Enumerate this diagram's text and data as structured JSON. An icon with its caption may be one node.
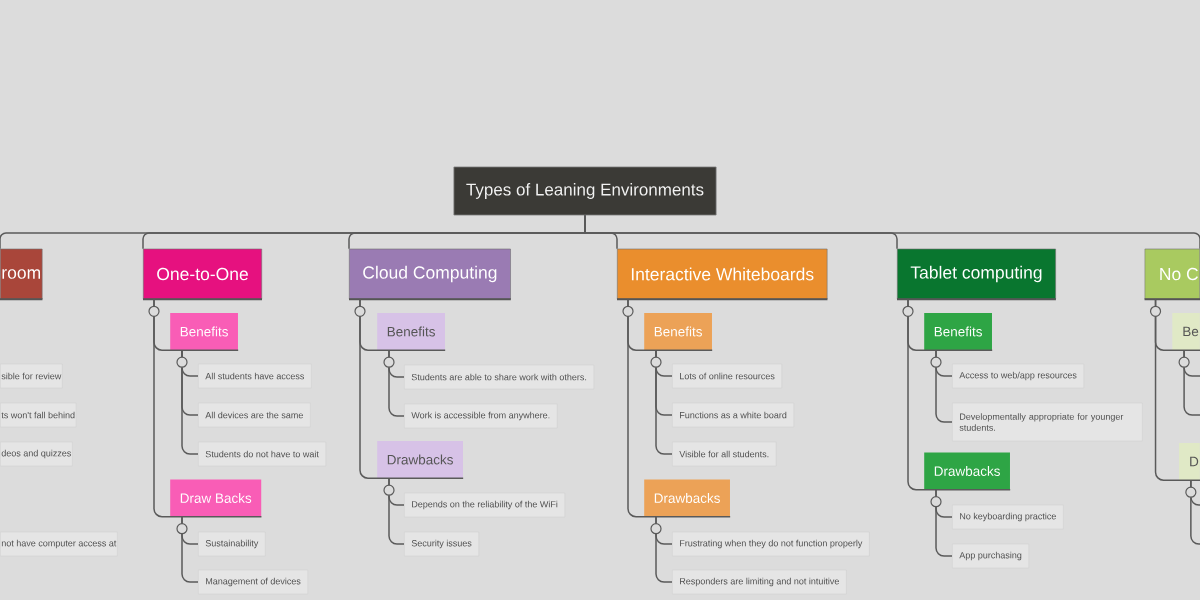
{
  "diagram": {
    "nodes": [
      {
        "text": [
          "Types of Leaning Environments"
        ]
      },
      {
        "text": [
          "room"
        ]
      },
      {
        "text": [
          "sible for review"
        ]
      },
      {
        "text": [
          "ts won't fall behind"
        ]
      },
      {
        "text": [
          "deos and quizzes"
        ]
      },
      {
        "text": [
          "not have computer access at"
        ]
      },
      {
        "text": [
          "One-to-One"
        ]
      },
      {
        "text": [
          "Benefits"
        ]
      },
      {
        "text": [
          "All students have access"
        ]
      },
      {
        "text": [
          "All devices are the same"
        ]
      },
      {
        "text": [
          "Students do not have to wait"
        ]
      },
      {
        "text": [
          "Draw Backs"
        ]
      },
      {
        "text": [
          "Sustainability"
        ]
      },
      {
        "text": [
          "Management of devices"
        ]
      },
      {
        "text": [
          "Cloud Computing"
        ]
      },
      {
        "text": [
          "Benefits"
        ]
      },
      {
        "text": [
          "Students are able to share work with others."
        ]
      },
      {
        "text": [
          "Work is accessible from anywhere."
        ]
      },
      {
        "text": [
          "Drawbacks"
        ]
      },
      {
        "text": [
          "Depends on the reliability of the WiFi"
        ]
      },
      {
        "text": [
          "Security issues"
        ]
      },
      {
        "text": [
          "Interactive Whiteboards"
        ]
      },
      {
        "text": [
          "Benefits"
        ]
      },
      {
        "text": [
          "Lots of online resources"
        ]
      },
      {
        "text": [
          "Functions as a white board"
        ]
      },
      {
        "text": [
          "Visible for all students."
        ]
      },
      {
        "text": [
          "Drawbacks"
        ]
      },
      {
        "text": [
          "Frustrating when they do not function properly"
        ]
      },
      {
        "text": [
          "Responders are limiting and not intuitive"
        ]
      },
      {
        "text": [
          "Tablet computing"
        ]
      },
      {
        "text": [
          "Benefits"
        ]
      },
      {
        "text": [
          "Access to web/app resources"
        ]
      },
      {
        "text": [
          "Developmentally appropriate for younger students."
        ]
      },
      {
        "text": [
          "Drawbacks"
        ]
      },
      {
        "text": [
          "No keyboarding practice"
        ]
      },
      {
        "text": [
          "App purchasing"
        ]
      },
      {
        "text": [
          "No C"
        ]
      },
      {
        "text": [
          "Be"
        ]
      },
      {
        "text": [
          "D"
        ]
      }
    ],
    "edges": [
      {
        "from": 0,
        "to": 1,
        "arrow": "none"
      },
      {
        "from": 0,
        "to": 6,
        "arrow": "none"
      },
      {
        "from": 0,
        "to": 14,
        "arrow": "none"
      },
      {
        "from": 0,
        "to": 21,
        "arrow": "none"
      },
      {
        "from": 0,
        "to": 29,
        "arrow": "none"
      },
      {
        "from": 0,
        "to": 36,
        "arrow": "none"
      },
      {
        "from": 6,
        "to": 7,
        "arrow": "none"
      },
      {
        "from": 7,
        "to": 8,
        "arrow": "none"
      },
      {
        "from": 7,
        "to": 9,
        "arrow": "none"
      },
      {
        "from": 7,
        "to": 10,
        "arrow": "none"
      },
      {
        "from": 6,
        "to": 11,
        "arrow": "none"
      },
      {
        "from": 11,
        "to": 12,
        "arrow": "none"
      },
      {
        "from": 11,
        "to": 13,
        "arrow": "none"
      },
      {
        "from": 14,
        "to": 15,
        "arrow": "none"
      },
      {
        "from": 15,
        "to": 16,
        "arrow": "none"
      },
      {
        "from": 15,
        "to": 17,
        "arrow": "none"
      },
      {
        "from": 14,
        "to": 18,
        "arrow": "none"
      },
      {
        "from": 18,
        "to": 19,
        "arrow": "none"
      },
      {
        "from": 18,
        "to": 20,
        "arrow": "none"
      },
      {
        "from": 21,
        "to": 22,
        "arrow": "none"
      },
      {
        "from": 22,
        "to": 23,
        "arrow": "none"
      },
      {
        "from": 22,
        "to": 24,
        "arrow": "none"
      },
      {
        "from": 22,
        "to": 25,
        "arrow": "none"
      },
      {
        "from": 21,
        "to": 26,
        "arrow": "none"
      },
      {
        "from": 26,
        "to": 27,
        "arrow": "none"
      },
      {
        "from": 26,
        "to": 28,
        "arrow": "none"
      },
      {
        "from": 29,
        "to": 30,
        "arrow": "none"
      },
      {
        "from": 30,
        "to": 31,
        "arrow": "none"
      },
      {
        "from": 30,
        "to": 32,
        "arrow": "none"
      },
      {
        "from": 29,
        "to": 33,
        "arrow": "none"
      },
      {
        "from": 33,
        "to": 34,
        "arrow": "none"
      },
      {
        "from": 33,
        "to": 35,
        "arrow": "none"
      },
      {
        "from": 36,
        "to": 37,
        "arrow": "none"
      },
      {
        "from": 37,
        "to": null,
        "arrow": "none"
      },
      {
        "from": 37,
        "to": null,
        "arrow": "none"
      },
      {
        "from": 36,
        "to": 38,
        "arrow": "none"
      },
      {
        "from": 38,
        "to": null,
        "arrow": "none"
      },
      {
        "from": 38,
        "to": null,
        "arrow": "none"
      }
    ]
  }
}
